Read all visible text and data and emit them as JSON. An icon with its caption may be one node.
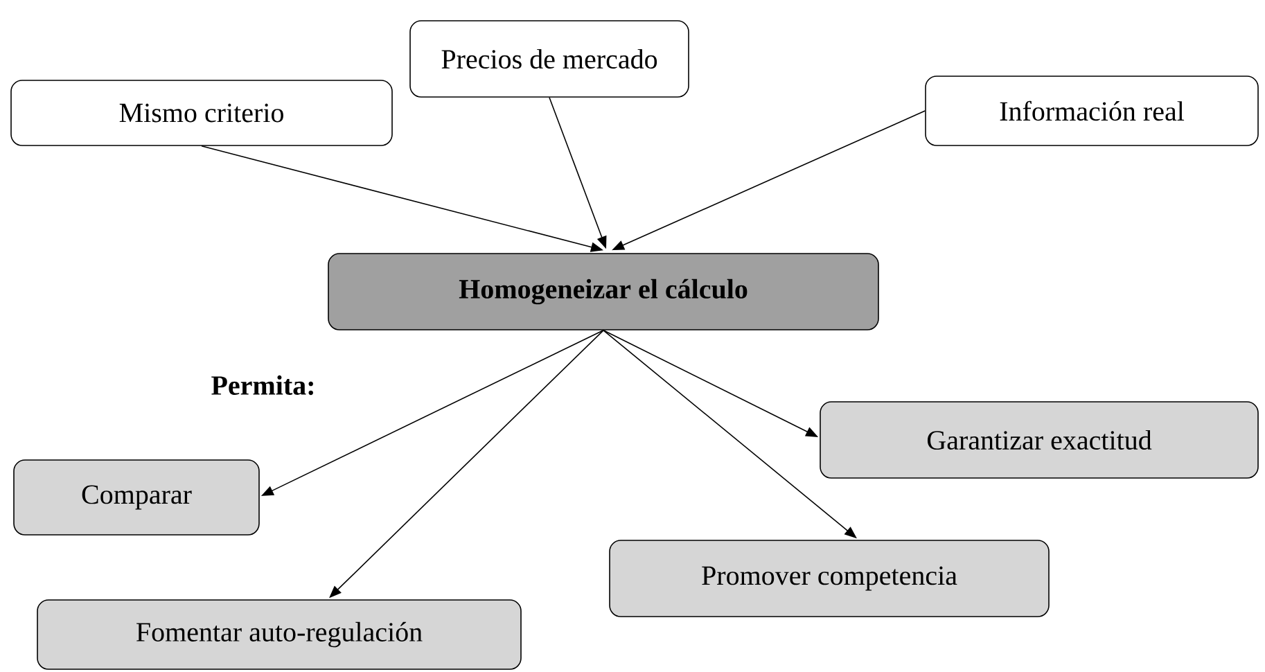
{
  "diagram": {
    "nodes": [
      {
        "text": [
          "Precios de mercado"
        ]
      },
      {
        "text": [
          "Mismo criterio"
        ]
      },
      {
        "text": [
          "Información real"
        ]
      },
      {
        "text": [
          "Homogeneizar el cálculo"
        ]
      },
      {
        "text": [
          "Garantizar exactitud"
        ]
      },
      {
        "text": [
          "Comparar"
        ]
      },
      {
        "text": [
          "Promover competencia"
        ]
      },
      {
        "text": [
          "Fomentar auto-regulación"
        ]
      }
    ],
    "edges": [
      {
        "from": 1,
        "to": 3,
        "arrow": "to"
      },
      {
        "from": 0,
        "to": 3,
        "arrow": "to"
      },
      {
        "from": 2,
        "to": 3,
        "arrow": "to"
      },
      {
        "from": 3,
        "to": 5,
        "arrow": "to"
      },
      {
        "from": 3,
        "to": 7,
        "arrow": "to"
      },
      {
        "from": 3,
        "to": 6,
        "arrow": "to"
      },
      {
        "from": 3,
        "to": 4,
        "arrow": "to"
      }
    ],
    "labels": [
      "Permita:"
    ]
  }
}
